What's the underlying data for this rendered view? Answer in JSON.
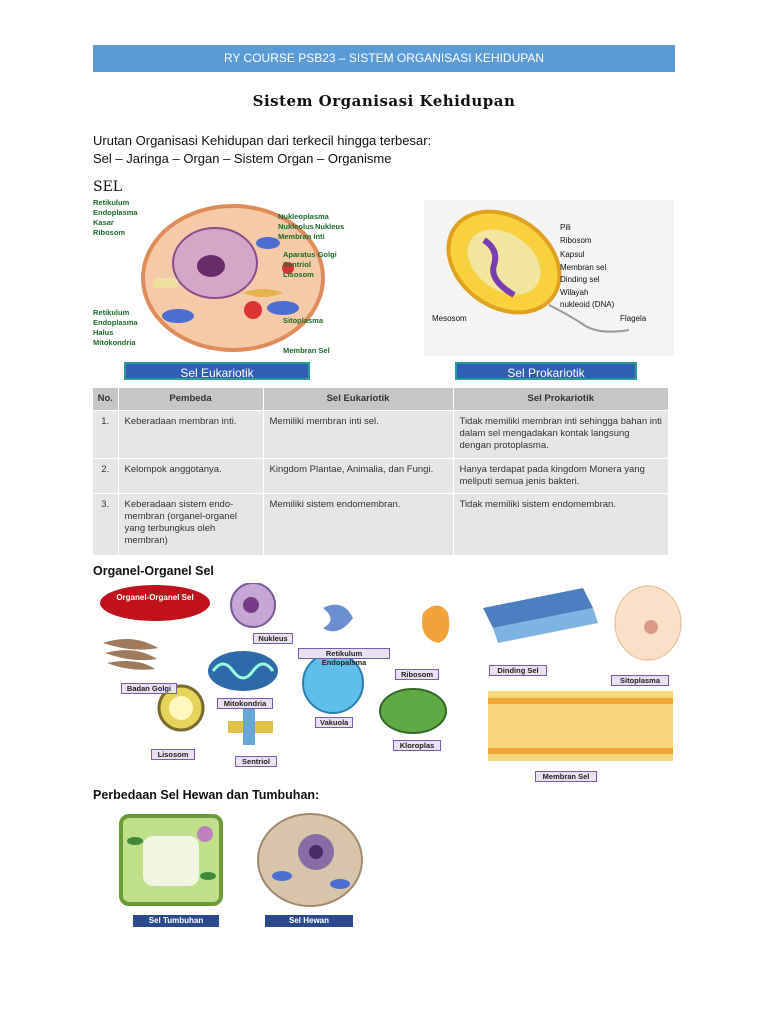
{
  "header": {
    "text": "RY COURSE   PSB23 – SISTEM ORGANISASI KEHIDUPAN"
  },
  "title": "Sistem Organisasi Kehidupan",
  "intro": {
    "line1": "Urutan Organisasi Kehidupan dari terkecil hingga terbesar:",
    "line2": "Sel – Jaringa – Organ – Sistem Organ – Organisme"
  },
  "section_sel": "SEL",
  "eukariotik": {
    "caption": "Sel Eukariotik",
    "labels_left": [
      "Retikulum",
      "Endoplasma",
      "Kasar",
      "Ribosom",
      "Retikulum",
      "Endoplasma",
      "Halus",
      "Mitokondria"
    ],
    "labels_right": [
      "Nukleoplasma",
      "Nukleolus",
      "Membran Inti",
      "Nukleus",
      "Aparatus Golgi",
      "Sentriol",
      "Lisosom",
      "Sitoplasma",
      "Membran Sel"
    ]
  },
  "prokariotik": {
    "caption": "Sel Prokariotik",
    "labels": [
      "Pili",
      "Ribosom",
      "Kapsul",
      "Membran sel",
      "Dinding sel",
      "Wilayah",
      "nukleoid (DNA)",
      "Mesosom",
      "Flagela"
    ]
  },
  "table": {
    "headers": [
      "No.",
      "Pembeda",
      "Sel Eukariotik",
      "Sel Prokariotik"
    ],
    "rows": [
      [
        "1.",
        "Keberadaan membran inti.",
        "Memiliki membran inti sel.",
        "Tidak memiliki membran inti sehingga bahan inti dalam sel mengadakan kontak langsung dengan protoplasma."
      ],
      [
        "2.",
        "Kelompok anggotanya.",
        "Kingdom Plantae, Animalia, dan Fungi.",
        "Hanya terdapat pada kingdom Monera yang meliputi semua jenis bakteri."
      ],
      [
        "3.",
        "Keberadaan sistem endo-membran (organel-organel yang terbungkus oleh membran)",
        "Memiliki sistem endomembran.",
        "Tidak memiliki sistem endomembran."
      ]
    ]
  },
  "organel": {
    "heading": "Organel-Organel Sel",
    "badge": "Organel-Organel Sel",
    "labels": {
      "nukleus": "Nukleus",
      "re": "Retikulum Endopalsma",
      "ribosom": "Ribosom",
      "dinding": "Dinding Sel",
      "sitoplasma": "Sitoplasma",
      "golgi": "Badan Golgi",
      "mitokondria": "Mitokondria",
      "vakuola": "Vakuola",
      "kloroplas": "Kloroplas",
      "lisosom": "Lisosom",
      "sentriol": "Sentriol",
      "membran": "Membran Sel"
    }
  },
  "perbedaan": {
    "heading": "Perbedaan Sel Hewan dan Tumbuhan:",
    "tumbuhan": "Sel Tumbuhan",
    "hewan": "Sel Hewan"
  },
  "colors": {
    "header": "#5b9bd5",
    "caption": "#2e5fb5",
    "organel_badge": "#c0121a"
  }
}
